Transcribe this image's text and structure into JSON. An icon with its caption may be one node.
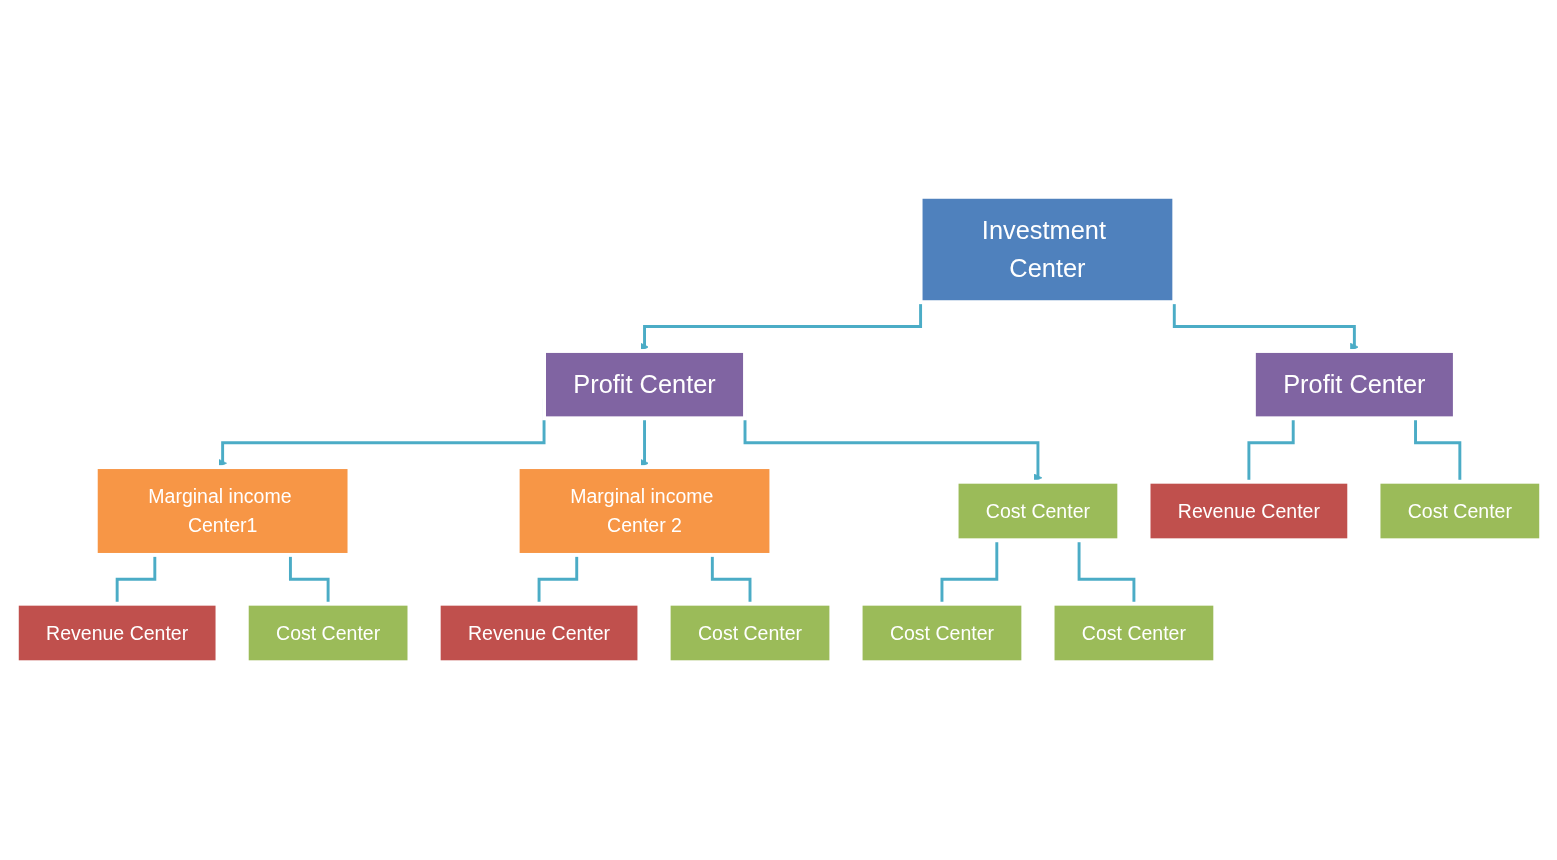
{
  "diagram": {
    "nodes": [
      {
        "text": [
          "Investment Center"
        ]
      },
      {
        "text": [
          "Profit Center"
        ]
      },
      {
        "text": [
          "Profit Center"
        ]
      },
      {
        "text": [
          "Marginal income Center1"
        ]
      },
      {
        "text": [
          "Marginal income Center 2"
        ]
      },
      {
        "text": [
          "Cost Center"
        ]
      },
      {
        "text": [
          "Revenue Center"
        ]
      },
      {
        "text": [
          "Cost Center"
        ]
      },
      {
        "text": [
          "Revenue Center"
        ]
      },
      {
        "text": [
          "Cost Center"
        ]
      },
      {
        "text": [
          "Cost Center"
        ]
      },
      {
        "text": [
          "Cost Center"
        ]
      },
      {
        "text": [
          "Revenue Center"
        ]
      },
      {
        "text": [
          "Cost Center"
        ]
      }
    ],
    "edges": [
      {
        "from": 0,
        "to": 1,
        "arrow": "to"
      },
      {
        "from": 0,
        "to": 2,
        "arrow": "to"
      },
      {
        "from": 1,
        "to": 3,
        "arrow": "to"
      },
      {
        "from": 1,
        "to": 4,
        "arrow": "to"
      },
      {
        "from": 1,
        "to": 5,
        "arrow": "to"
      },
      {
        "from": 3,
        "to": 6,
        "arrow": "none"
      },
      {
        "from": 3,
        "to": 7,
        "arrow": "none"
      },
      {
        "from": 4,
        "to": 8,
        "arrow": "none"
      },
      {
        "from": 4,
        "to": 9,
        "arrow": "none"
      },
      {
        "from": 5,
        "to": 10,
        "arrow": "none"
      },
      {
        "from": 5,
        "to": 11,
        "arrow": "none"
      },
      {
        "from": 2,
        "to": 12,
        "arrow": "none"
      },
      {
        "from": 2,
        "to": 13,
        "arrow": "none"
      }
    ]
  }
}
